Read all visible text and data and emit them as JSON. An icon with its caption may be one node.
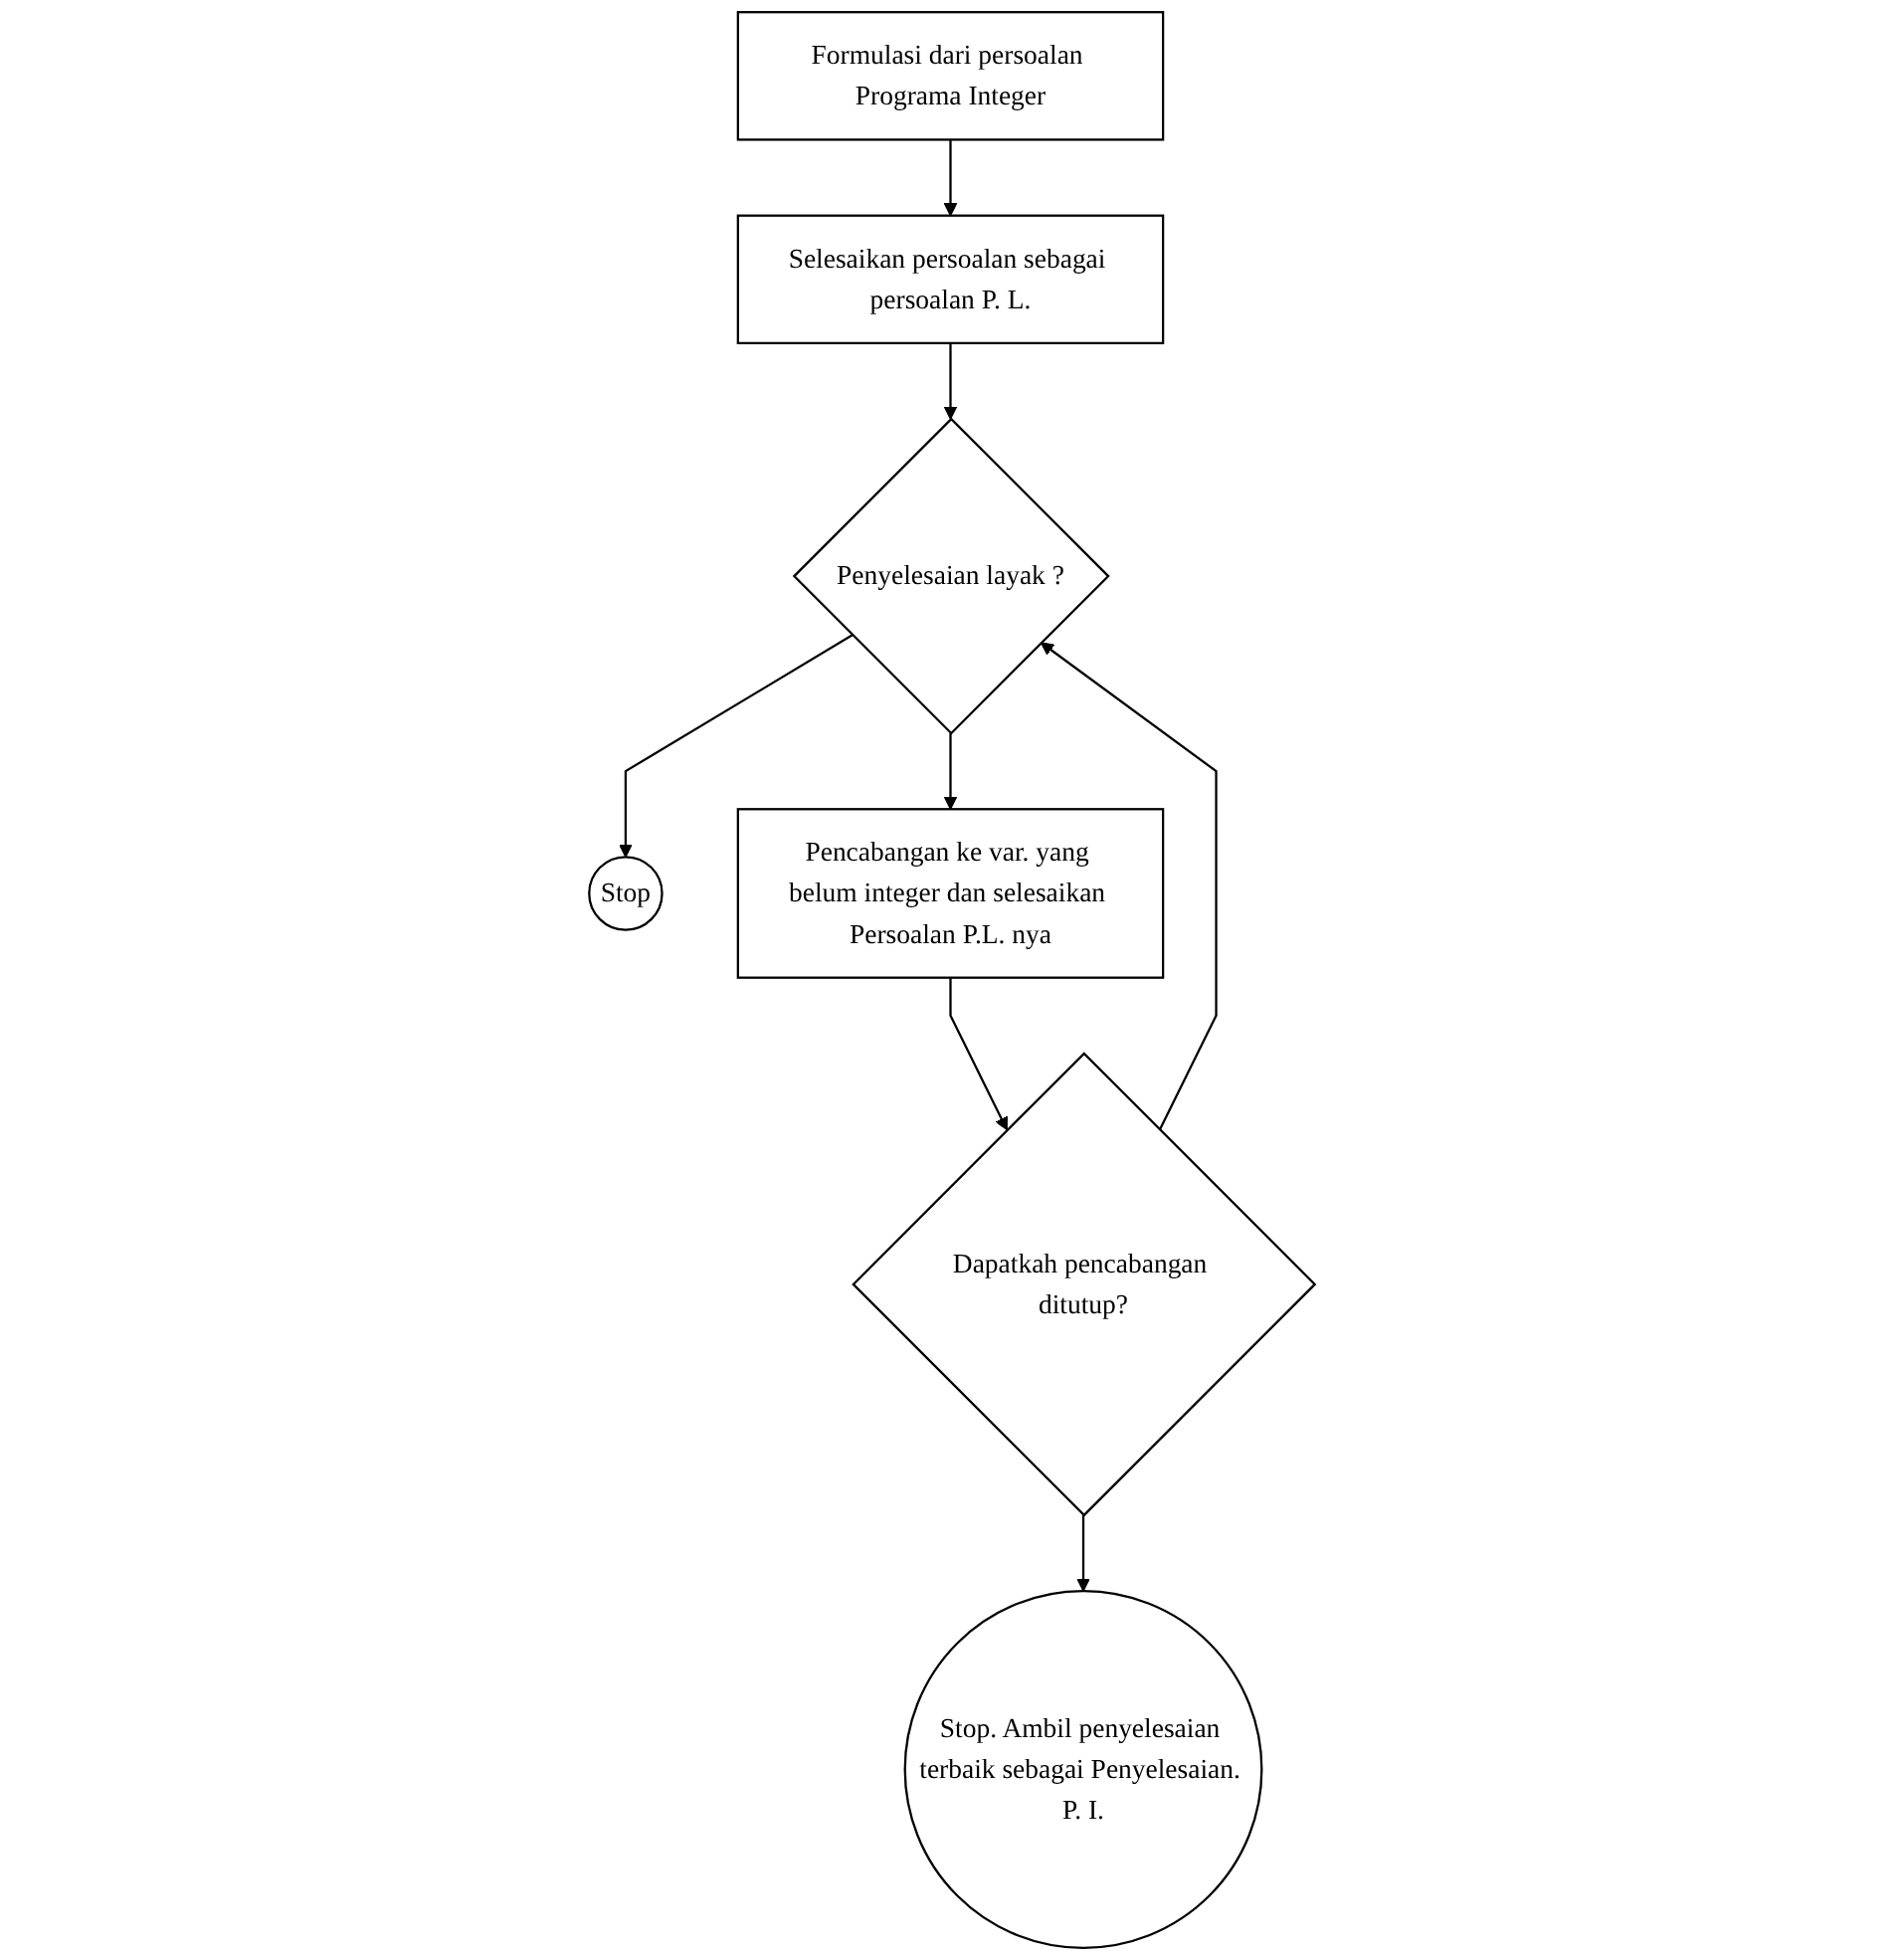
{
  "diagram": {
    "nodes": [
      {
        "text": [
          "Formulasi dari persoalan Programa Integer"
        ]
      },
      {
        "text": [
          "Selesaikan persoalan sebagai persoalan P. L."
        ]
      },
      {
        "text": [
          "Penyelesaian layak ?"
        ]
      },
      {
        "text": [
          "Stop"
        ]
      },
      {
        "text": [
          "Pencabangan ke var. yang belum integer dan selesaikan Persoalan P.L. nya"
        ]
      },
      {
        "text": [
          "Dapatkah pencabangan ditutup?"
        ]
      },
      {
        "text": [
          "Stop. Ambil penyelesaian terbaik sebagai Penyelesaian. P. I."
        ]
      }
    ],
    "edges": [
      {
        "from": 0,
        "to": 1,
        "arrow": "to"
      },
      {
        "from": 1,
        "to": 2,
        "arrow": "to"
      },
      {
        "from": 2,
        "to": 3,
        "arrow": "to"
      },
      {
        "from": 2,
        "to": 4,
        "arrow": "to"
      },
      {
        "from": 4,
        "to": 5,
        "arrow": "to"
      },
      {
        "from": 5,
        "to": 2,
        "arrow": "to"
      },
      {
        "from": 5,
        "to": 6,
        "arrow": "to"
      }
    ]
  }
}
